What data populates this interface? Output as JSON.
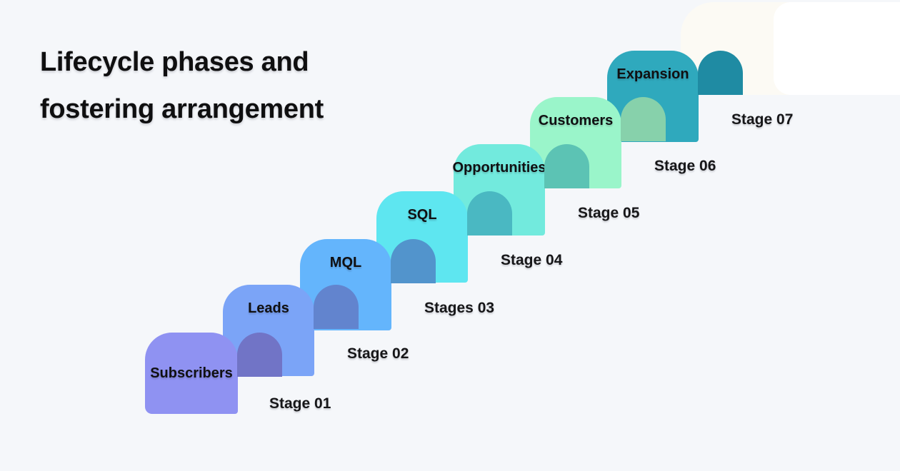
{
  "title": {
    "line1": "Lifecycle phases and",
    "line2": "fostering arrangement"
  },
  "background_color": "#f5f7fa",
  "text_color": "#101012",
  "stages": [
    {
      "name": "Subscribers",
      "stage_label": "Stage 01",
      "block_color": "#8f92f2",
      "arch_color": "#7174c6"
    },
    {
      "name": "Leads",
      "stage_label": "Stage 02",
      "block_color": "#7ba4f7",
      "arch_color": "#6284ce"
    },
    {
      "name": "MQL",
      "stage_label": "Stages 03",
      "block_color": "#64b5fc",
      "arch_color": "#5294cc"
    },
    {
      "name": "SQL",
      "stage_label": "Stage 04",
      "block_color": "#5ee6f0",
      "arch_color": "#4ab8c2"
    },
    {
      "name": "Opportunities",
      "stage_label": "Stage 05",
      "block_color": "#72eadd",
      "arch_color": "#5cc3b4"
    },
    {
      "name": "Customers",
      "stage_label": "Stage 06",
      "block_color": "#9af5ca",
      "arch_color": "#87d1ab"
    },
    {
      "name": "Expansion",
      "stage_label": "Stage 07",
      "block_color": "#2fa9bd",
      "arch_color": "#1f8ba3"
    }
  ],
  "decor": {
    "cream_card_color": "#fcfaf4",
    "white_card_color": "#ffffff"
  }
}
